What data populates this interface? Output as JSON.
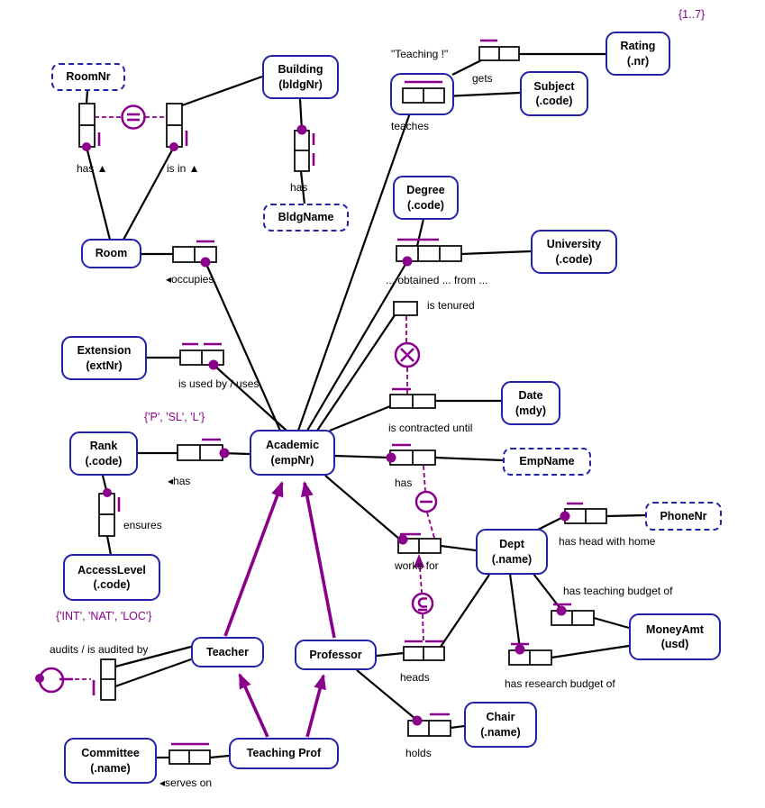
{
  "entities": {
    "roomnr": {
      "label": "RoomNr"
    },
    "building": {
      "label": "Building\n(bldgNr)"
    },
    "rating": {
      "label": "Rating\n(.nr)"
    },
    "subject": {
      "label": "Subject\n(.code)"
    },
    "degree": {
      "label": "Degree\n(.code)"
    },
    "university": {
      "label": "University\n(.code)"
    },
    "bldgname": {
      "label": "BldgName"
    },
    "room": {
      "label": "Room"
    },
    "extension": {
      "label": "Extension\n(extNr)"
    },
    "rank": {
      "label": "Rank\n(.code)"
    },
    "academic": {
      "label": "Academic\n(empNr)"
    },
    "date": {
      "label": "Date\n(mdy)"
    },
    "empname": {
      "label": "EmpName"
    },
    "phonenr": {
      "label": "PhoneNr"
    },
    "dept": {
      "label": "Dept\n(.name)"
    },
    "moneyamt": {
      "label": "MoneyAmt\n(usd)"
    },
    "accesslevel": {
      "label": "AccessLevel\n(.code)"
    },
    "teacher": {
      "label": "Teacher"
    },
    "professor": {
      "label": "Professor"
    },
    "chair": {
      "label": "Chair\n(.name)"
    },
    "committee": {
      "label": "Committee\n(.name)"
    },
    "teachingprof": {
      "label": "Teaching Prof"
    }
  },
  "readings": {
    "has_room": "has ▲",
    "is_in": "is in ▲",
    "has_bldgname": "has",
    "occupies": "◂occupies",
    "uses": "is used by / uses",
    "has_rank": "◂has",
    "ensures": "ensures",
    "audits": "audits / is audited by",
    "teaches": "teaches",
    "gets": "gets",
    "obtained": "... obtained ... from ...",
    "is_tenured": "is tenured",
    "is_contracted": "is contracted until",
    "has_empname": "has",
    "works_for": "works for",
    "heads": "heads",
    "has_head_home": "has head with home",
    "teaching_budget": "has teaching budget of",
    "research_budget": "has research budget of",
    "holds": "holds",
    "serves_on": "◂serves on"
  },
  "constraints": {
    "rating_range": "{1..7}",
    "rank_values": "{'P', 'SL', 'L'}",
    "access_values": "{'INT', 'NAT', 'LOC'}",
    "objectified_name": "\"Teaching !\""
  },
  "colors": {
    "entity_border": "#2121AA",
    "constraint_purple": "#8B008B",
    "line_black": "#000000"
  }
}
